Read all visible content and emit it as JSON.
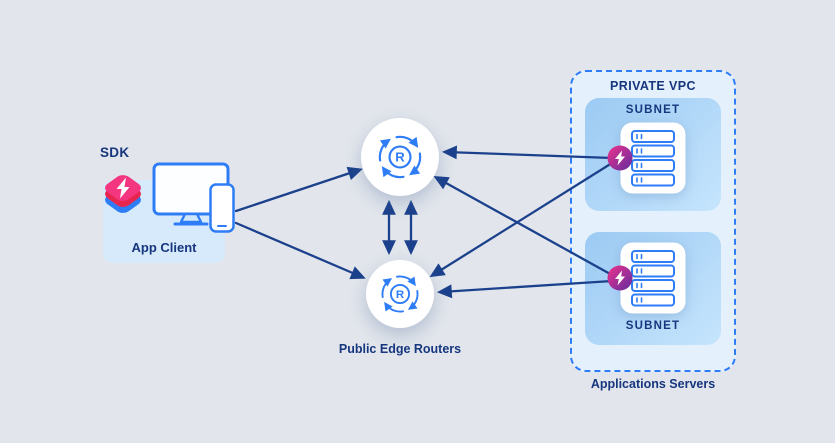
{
  "client": {
    "sdk_label": "SDK",
    "label": "App Client"
  },
  "routers": {
    "label": "Public Edge Routers",
    "letter": "R"
  },
  "vpc": {
    "title": "PRIVATE VPC",
    "subnet_top": "SUBNET",
    "subnet_bottom": "SUBNET",
    "servers_label": "Applications Servers"
  },
  "colors": {
    "background": "#e2e6ec",
    "navy_text": "#16367e",
    "arrow_navy": "#1c418c",
    "accent_blue": "#2e7df6",
    "client_box_fill": "#d6eafc",
    "vpc_fill": "#e4f1fd",
    "subnet_fill_start": "#9ccaf3",
    "subnet_fill_end": "#c6e5fd",
    "badge_pink": "#f0308a",
    "badge_purple": "#5f2ea0",
    "sdk_layer_red": "#e8254f",
    "sdk_layer_pink": "#f3367f"
  }
}
